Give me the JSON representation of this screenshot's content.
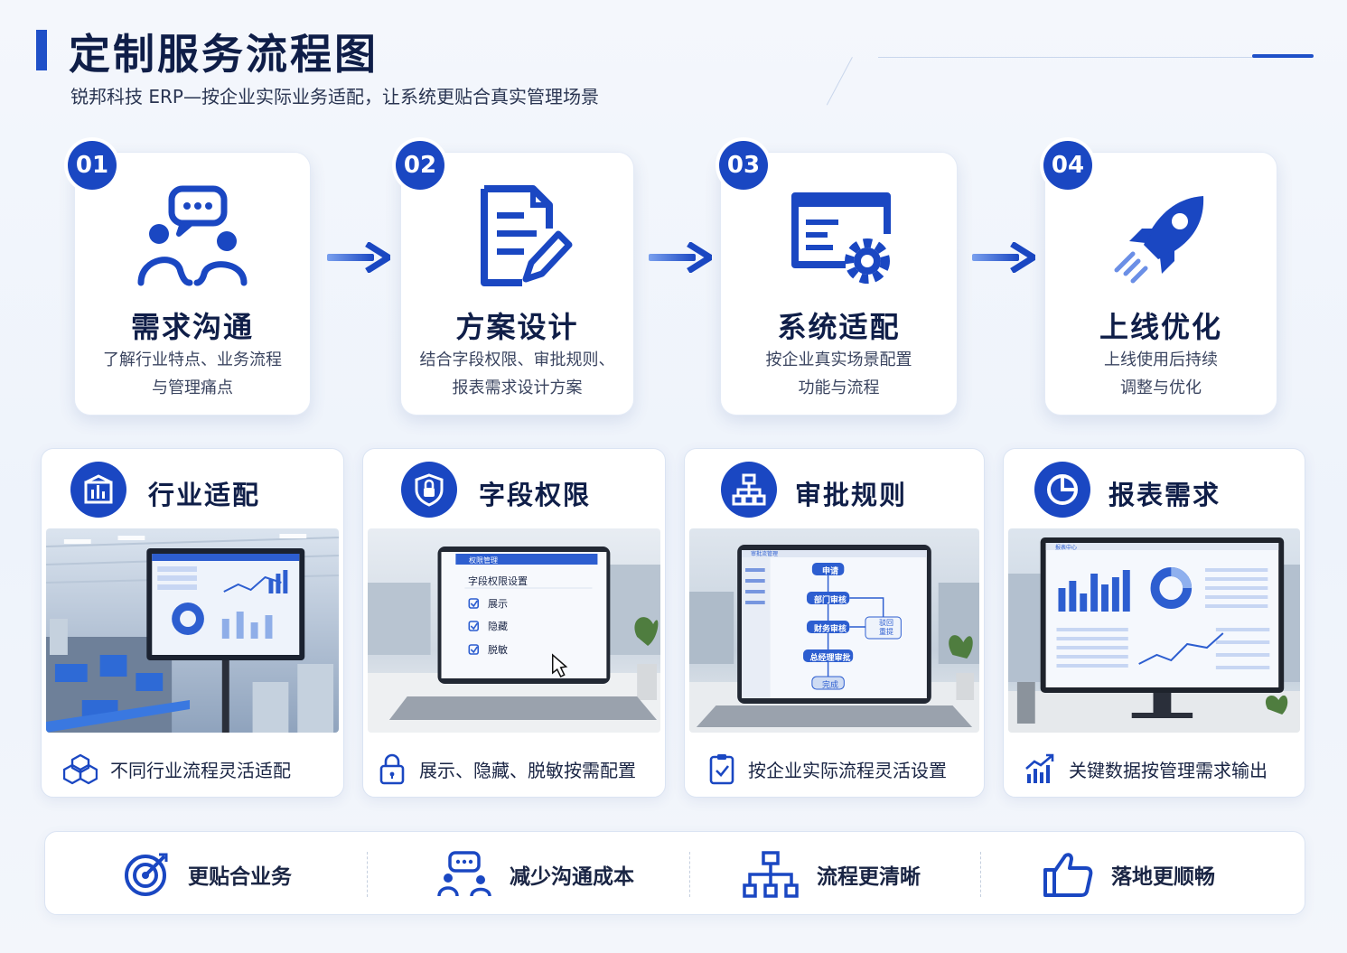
{
  "header": {
    "title": "定制服务流程图",
    "subtitle": "锐邦科技 ERP—按企业实际业务适配，让系统更贴合真实管理场景"
  },
  "colors": {
    "primary": "#1a47c2",
    "title": "#0f1e48"
  },
  "steps": [
    {
      "num": "01",
      "title": "需求沟通",
      "line1": "了解行业特点、业务流程",
      "line2": "与管理痛点",
      "icon": "chat-users-icon"
    },
    {
      "num": "02",
      "title": "方案设计",
      "line1": "结合字段权限、审批规则、",
      "line2": "报表需求设计方案",
      "icon": "document-edit-icon"
    },
    {
      "num": "03",
      "title": "系统适配",
      "line1": "按企业真实场景配置",
      "line2": "功能与流程",
      "icon": "monitor-gear-icon"
    },
    {
      "num": "04",
      "title": "上线优化",
      "line1": "上线使用后持续",
      "line2": "调整与优化",
      "icon": "rocket-icon"
    }
  ],
  "features": [
    {
      "title": "行业适配",
      "icon": "building-chart-icon",
      "footer": "不同行业流程灵活适配",
      "footer_icon": "cubes-icon"
    },
    {
      "title": "字段权限",
      "icon": "shield-lock-icon",
      "footer": "展示、隐藏、脱敏按需配置",
      "footer_icon": "padlock-icon",
      "screen": {
        "header": "字段权限设置",
        "app": "权限管理",
        "options": [
          "展示",
          "隐藏",
          "脱敏"
        ]
      }
    },
    {
      "title": "审批规则",
      "icon": "org-chart-icon",
      "footer": "按企业实际流程灵活设置",
      "footer_icon": "clipboard-check-icon",
      "screen": {
        "app": "审批流管理",
        "nodes": [
          "申请",
          "部门审核",
          "财务审核",
          "总经理审批",
          "完成"
        ],
        "side": [
          "驳回",
          "重提"
        ]
      }
    },
    {
      "title": "报表需求",
      "icon": "pie-chart-icon",
      "footer": "关键数据按管理需求输出",
      "footer_icon": "bar-trend-icon",
      "screen": {
        "app": "报表中心"
      }
    }
  ],
  "benefits": [
    {
      "label": "更贴合业务",
      "icon": "target-icon"
    },
    {
      "label": "减少沟通成本",
      "icon": "chat-people-icon"
    },
    {
      "label": "流程更清晰",
      "icon": "hierarchy-icon"
    },
    {
      "label": "落地更顺畅",
      "icon": "thumbs-up-icon"
    }
  ]
}
